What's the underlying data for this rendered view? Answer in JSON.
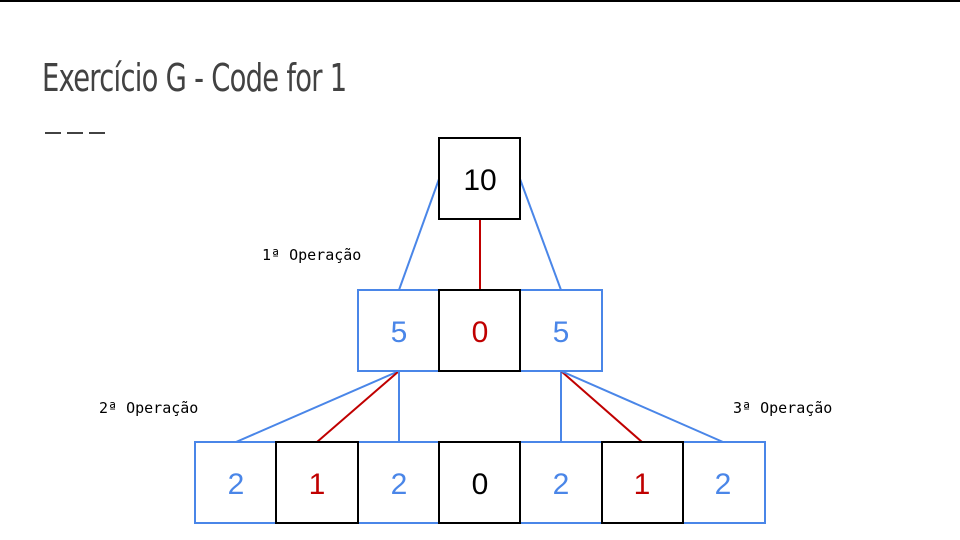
{
  "slide": {
    "title": "Exercício G - Code for 1"
  },
  "colors": {
    "blue": "#4a86e8",
    "red": "#c00000",
    "black": "#000000",
    "title": "#424242"
  },
  "operations": {
    "first": "1ª Operação",
    "second": "2ª Operação",
    "third": "3ª Operação"
  },
  "tree": {
    "root": {
      "value": "10",
      "style": "black"
    },
    "level1": [
      {
        "value": "5",
        "style": "blue"
      },
      {
        "value": "0",
        "style": "red"
      },
      {
        "value": "5",
        "style": "blue"
      }
    ],
    "level2": [
      {
        "value": "2",
        "style": "blue"
      },
      {
        "value": "1",
        "style": "red"
      },
      {
        "value": "2",
        "style": "blue"
      },
      {
        "value": "0",
        "style": "black"
      },
      {
        "value": "2",
        "style": "blue"
      },
      {
        "value": "1",
        "style": "red"
      },
      {
        "value": "2",
        "style": "blue"
      }
    ]
  }
}
